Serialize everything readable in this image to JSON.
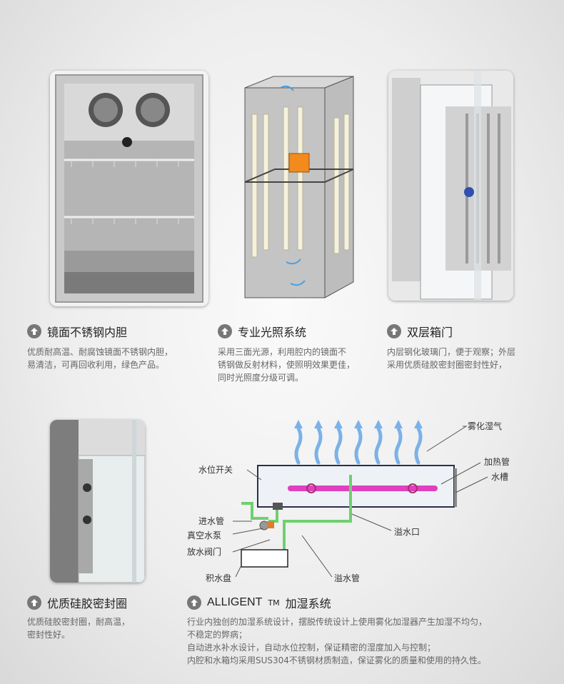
{
  "features": [
    {
      "title": "镜面不锈钢内胆",
      "desc": [
        "优质耐高温、耐腐蚀镜面不锈钢内胆，",
        "易清洁，可再回收利用，绿色产品。"
      ]
    },
    {
      "title": "专业光照系统",
      "desc": [
        "采用三面光源，利用腔内的镜面不",
        "锈钢做反射材料，使照明效果更佳，",
        "同时光照度分级可调。"
      ]
    },
    {
      "title": "双层箱门",
      "desc": [
        "内层钢化玻璃门，便于观察；外层",
        "采用优质硅胶密封圈密封性好，"
      ]
    },
    {
      "title": "优质硅胶密封圈",
      "desc": [
        "优质硅胶密封圈，耐高温，",
        "密封性好。"
      ]
    },
    {
      "title_brand": "ALLIGENT",
      "title_tm": "TM",
      "title_rest": "加湿系统",
      "desc": [
        "行业内独创的加湿系统设计，摆脱传统设计上使用雾化加湿器产生加湿不均匀，",
        "不稳定的弊病；",
        "自动进水补水设计，自动水位控制，保证精密的湿度加入与控制；",
        "内腔和水箱均采用SUS304不锈钢材质制造，保证雾化的质量和使用的持久性。"
      ]
    }
  ],
  "diagram_labels": {
    "mist": "雾化湿气",
    "heater": "加热管",
    "tank": "水槽",
    "level_switch": "水位开关",
    "inlet": "进水管",
    "pump": "真空水泵",
    "drain_valve": "放水阀门",
    "overflow_port": "溢水口",
    "drip_tray": "积水盘",
    "overflow_pipe": "溢水管"
  },
  "icons": {
    "feature_icon": "up-arrow-circle-icon"
  },
  "colors": {
    "icon_bg": "#777777",
    "mist_arrow": "#7ab2e8",
    "heater": "#e040c0",
    "pipe": "#6fd06f"
  }
}
